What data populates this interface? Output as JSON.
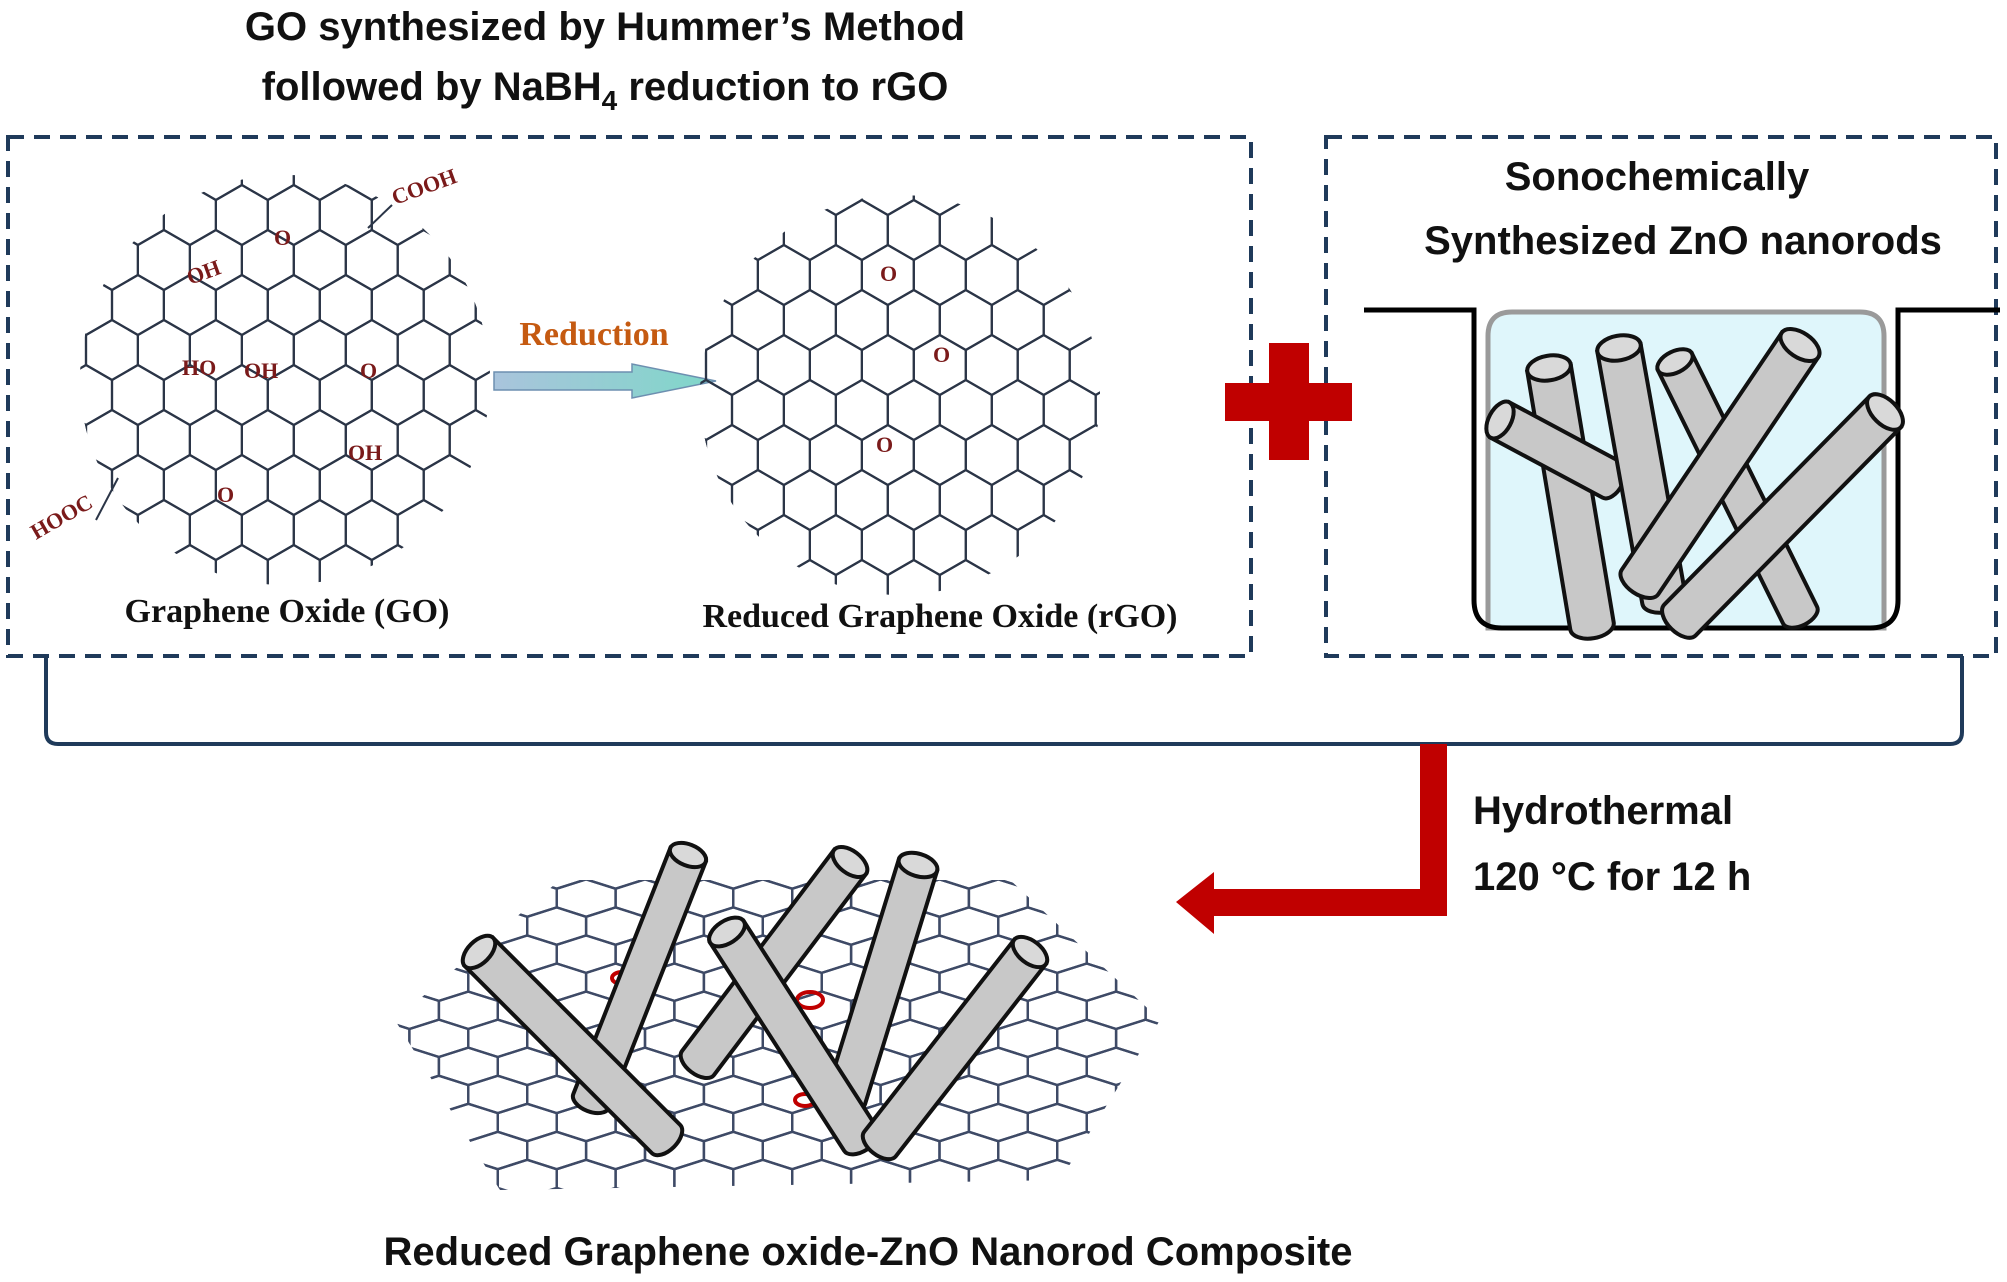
{
  "header": {
    "line1": "GO synthesized by Hummer’s Method",
    "line2_prefix": "followed by NaBH",
    "line2_sub": "4",
    "line2_suffix": " reduction to rGO"
  },
  "go_panel": {
    "label": "Graphene Oxide (GO)",
    "groups": [
      "COOH",
      "O",
      "OH",
      "HO",
      "OH",
      "O",
      "OH",
      "O",
      "HOOC"
    ]
  },
  "reduction": {
    "label": "Reduction"
  },
  "rgo_panel": {
    "label": "Reduced Graphene Oxide (rGO)",
    "groups": [
      "O",
      "O",
      "O"
    ]
  },
  "zno_panel": {
    "line1": "Sonochemically",
    "line2": "Synthesized ZnO nanorods"
  },
  "process": {
    "line1": "Hydrothermal",
    "line2": "120 °C for 12 h"
  },
  "composite": {
    "label": "Reduced Graphene oxide-ZnO Nanorod Composite"
  },
  "colors": {
    "frame": "#1f3a5a",
    "plus": "#c00000",
    "arrow": "#c00000",
    "reduction_text": "#c55a11",
    "functional_group": "#7a1a1a",
    "beaker_liquid": "#dff6fb",
    "rod": "#c8c8c8"
  }
}
